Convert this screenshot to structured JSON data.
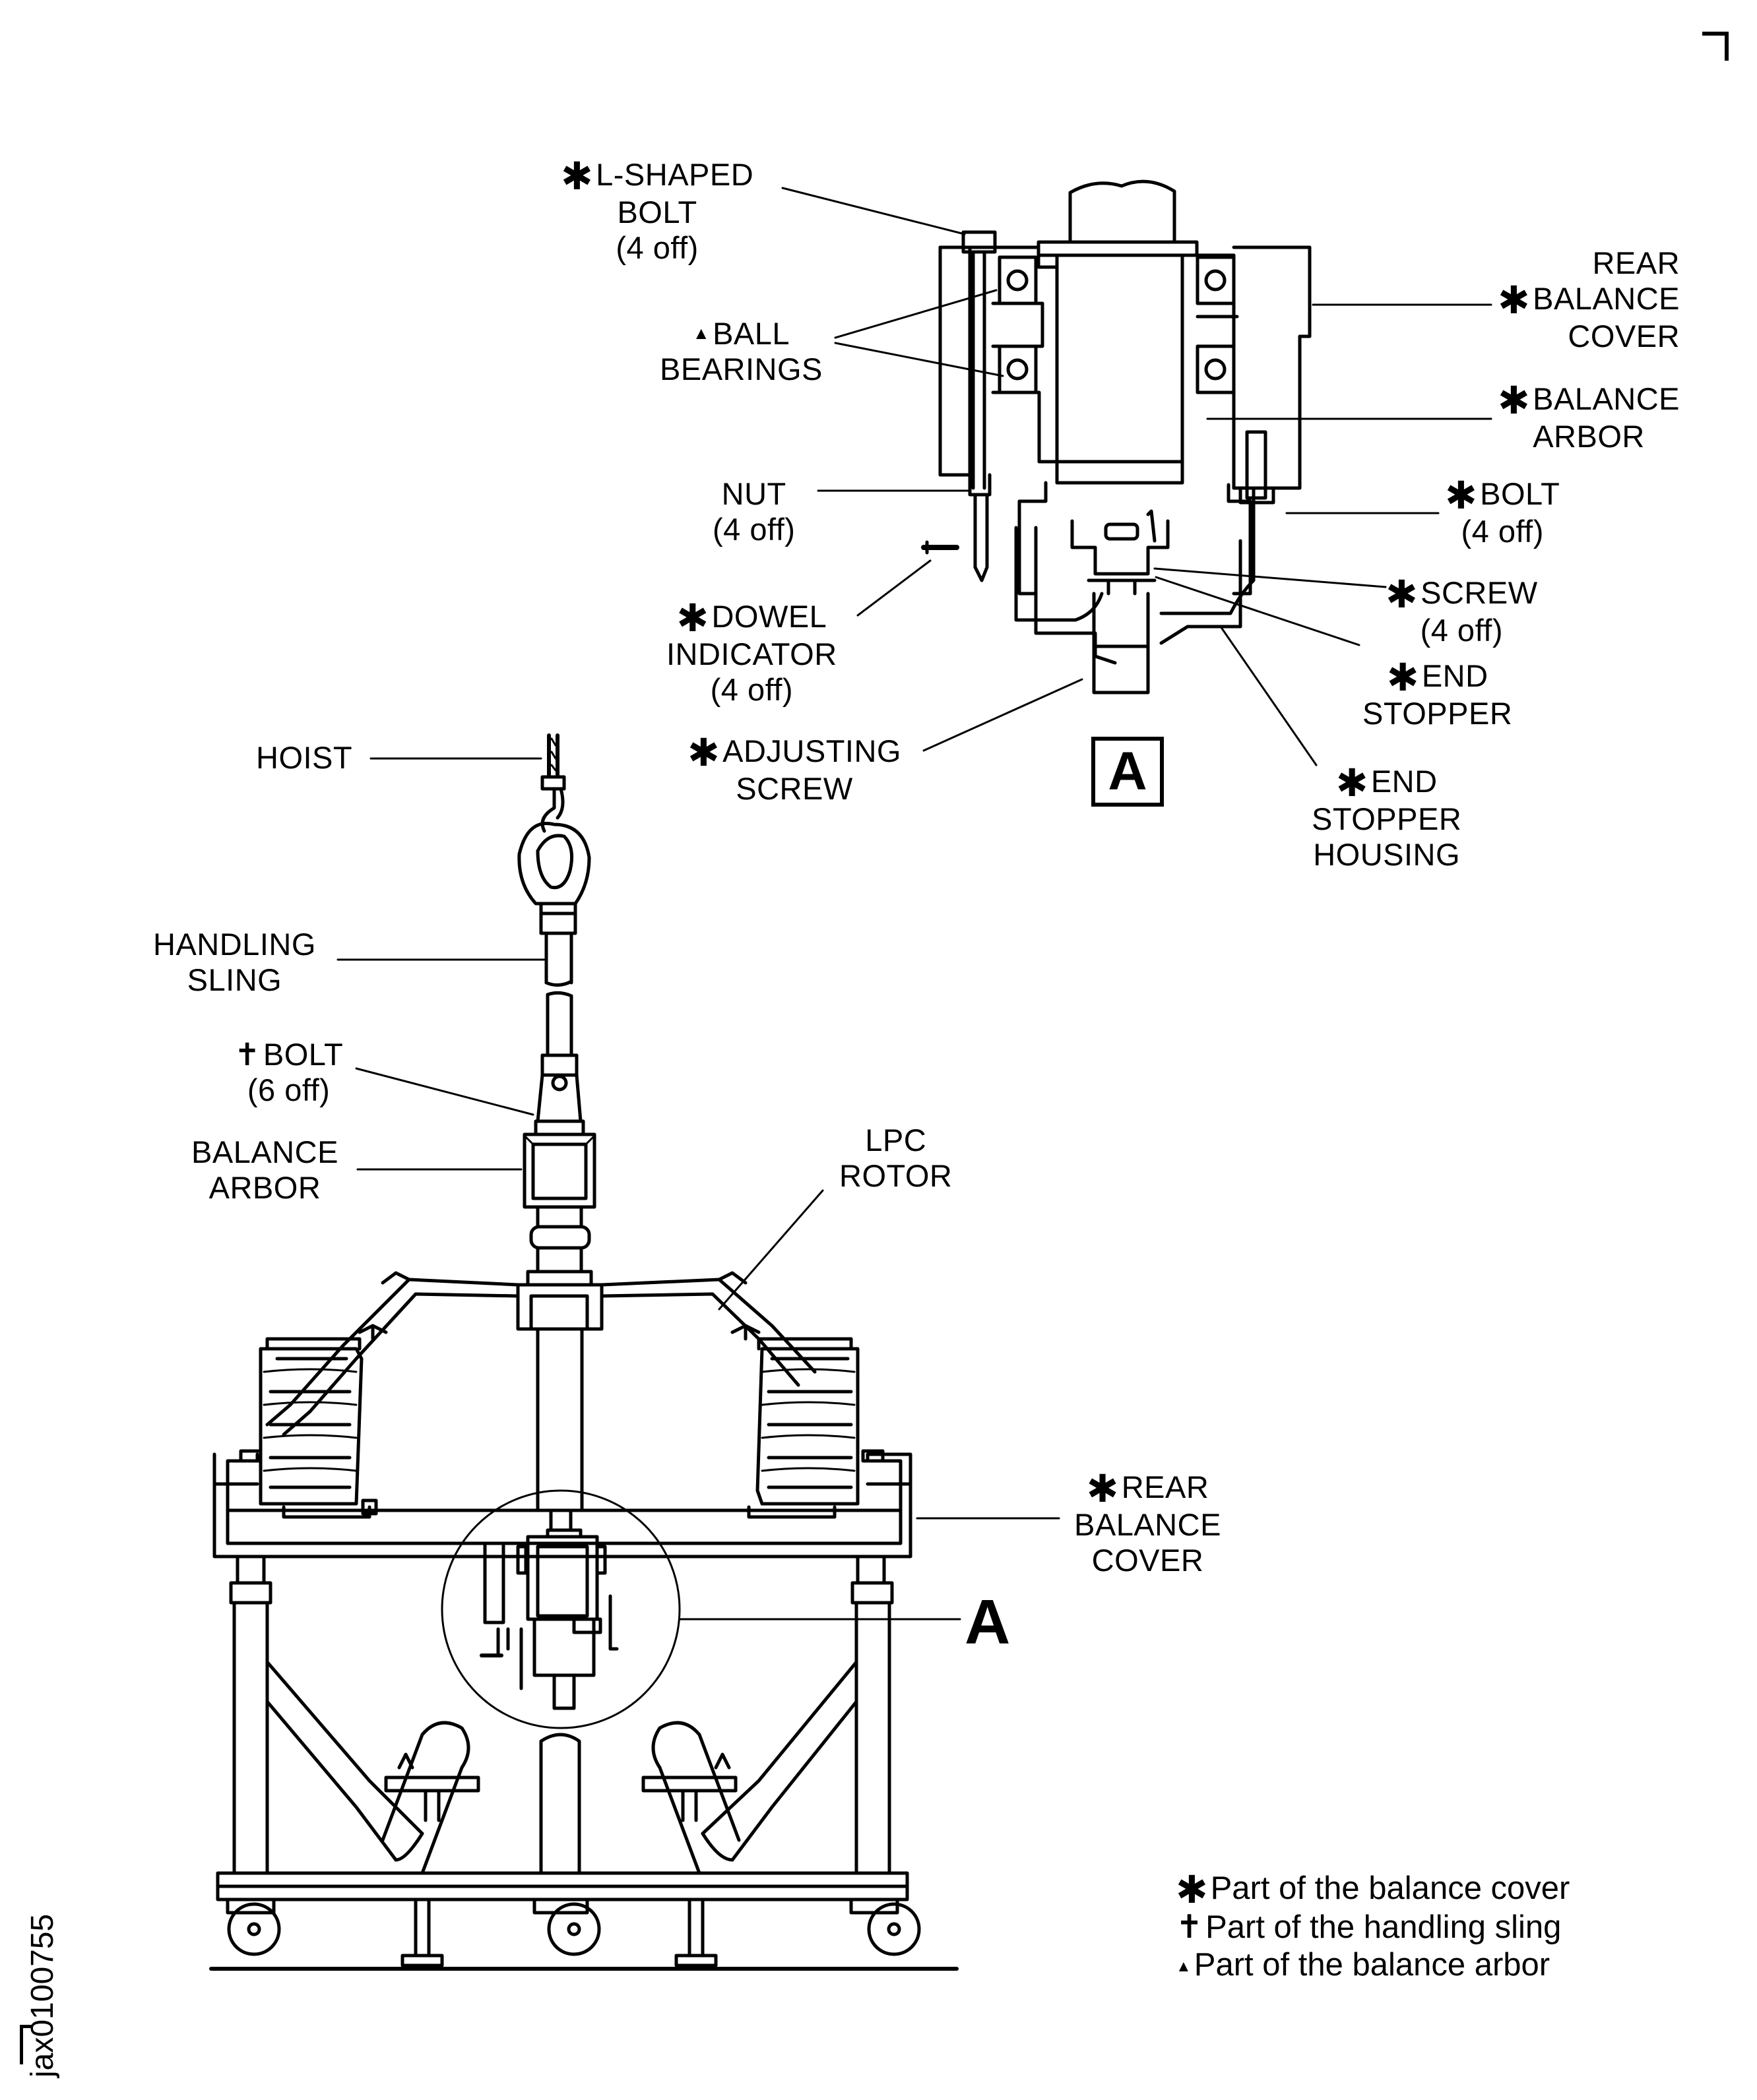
{
  "symbols": {
    "asterisk": "✱",
    "dagger": "✝",
    "triangle": "▲"
  },
  "detail": {
    "label_box": "A",
    "l_shaped_bolt": [
      "L-SHAPED",
      "BOLT",
      "(4 off)"
    ],
    "ball_bearings": [
      "BALL",
      "BEARINGS"
    ],
    "nut": [
      "NUT",
      "(4 off)"
    ],
    "dowel_indicator": [
      "DOWEL",
      "INDICATOR",
      "(4 off)"
    ],
    "adjusting_screw": [
      "ADJUSTING",
      "SCREW"
    ],
    "rear_balance_cover": [
      "REAR",
      "BALANCE",
      "COVER"
    ],
    "balance_arbor": [
      "BALANCE",
      "ARBOR"
    ],
    "bolt": [
      "BOLT",
      "(4 off)"
    ],
    "screw": [
      "SCREW",
      "(4 off)"
    ],
    "end_stopper": [
      "END",
      "STOPPER"
    ],
    "end_stopper_housing": [
      "END",
      "STOPPER",
      "HOUSING"
    ]
  },
  "main": {
    "hoist": "HOIST",
    "handling_sling": [
      "HANDLING",
      "SLING"
    ],
    "bolt": [
      "BOLT",
      "(6 off)"
    ],
    "balance_arbor": [
      "BALANCE",
      "ARBOR"
    ],
    "lpc_rotor": [
      "LPC",
      "ROTOR"
    ],
    "rear_balance_cover": [
      "REAR",
      "BALANCE",
      "COVER"
    ],
    "callout": "A"
  },
  "legend": [
    {
      "symbol": "✱",
      "text": "Part of the balance cover"
    },
    {
      "symbol": "✝",
      "text": "Part of the handling sling"
    },
    {
      "symbol": "▲",
      "text": "Part of the balance arbor"
    }
  ],
  "doc_id": "jax0100755"
}
